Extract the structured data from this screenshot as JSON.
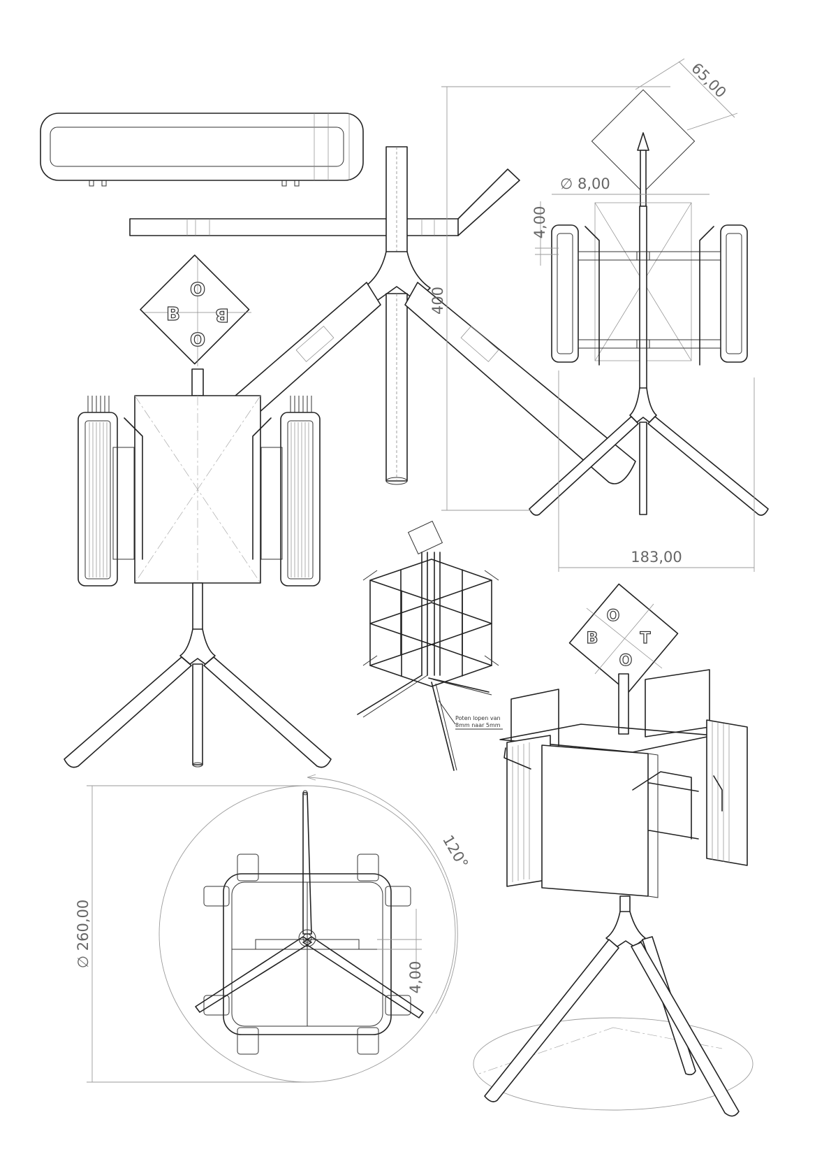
{
  "dimensions": {
    "diag_width": "65,00",
    "rod_diameter": "∅ 8,00",
    "thickness_top": "4,00",
    "height": "400",
    "base_width": "183,00",
    "base_diameter": "∅ 260,00",
    "leg_angle": "120°",
    "thickness_bottom": "4,00"
  },
  "note": {
    "line1": "Poten lopen van",
    "line2": "8mm naar 5mm"
  },
  "sign": {
    "letters_front": [
      "O",
      "B",
      "O",
      "B"
    ],
    "letters_iso": [
      "O",
      "B",
      "T",
      "O"
    ]
  }
}
